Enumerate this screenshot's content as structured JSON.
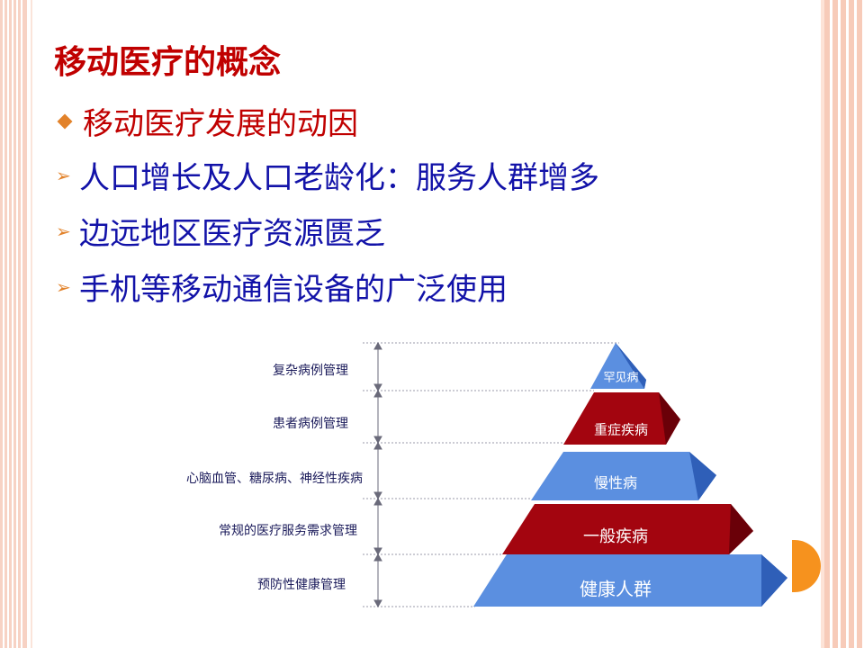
{
  "slide": {
    "title": "移动医疗的概念",
    "main_bullet": "移动医疗发展的动因",
    "sub_bullets": [
      "人口增长及人口老龄化：服务人群增多",
      "边远地区医疗资源匮乏",
      "手机等移动通信设备的广泛使用"
    ]
  },
  "pyramid": {
    "tiers": [
      "罕见病",
      "重症疾病",
      "慢性病",
      "一般疾病",
      "健康人群"
    ],
    "side_labels": [
      "复杂病例管理",
      "患者病例管理",
      "心脑血管、糖尿病、神经性疾病",
      "常规的医疗服务需求管理",
      "预防性健康管理"
    ]
  },
  "colors": {
    "title_red": "#c00000",
    "bullet_blue": "#1212a8",
    "tier_blue": "#4a7fd6",
    "tier_red": "#a3050f",
    "accent_orange": "#f6921e"
  }
}
